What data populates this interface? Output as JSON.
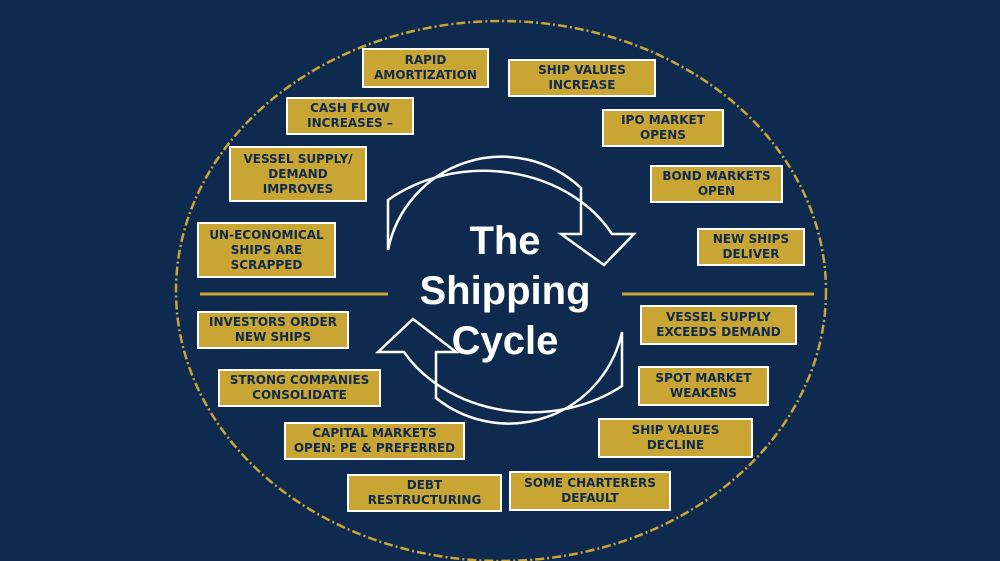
{
  "title": {
    "line1": "The",
    "line2": "Shipping",
    "line3": "Cycle"
  },
  "stages": {
    "rapid_amortization": "RAPID\nAMORTIZATION",
    "ship_values_increase": "SHIP VALUES\nINCREASE",
    "cash_flow_increases": "CASH FLOW\nINCREASES –",
    "ipo_market_opens": "IPO MARKET\nOPENS",
    "vessel_supply_demand_improves": "VESSEL SUPPLY/\nDEMAND\nIMPROVES",
    "bond_markets_open": "BOND MARKETS\nOPEN",
    "uneconomical_ships_scrapped": "UN-ECONOMICAL\nSHIPS ARE\nSCRAPPED",
    "new_ships_deliver": "NEW SHIPS\nDELIVER",
    "investors_order_new_ships": "INVESTORS ORDER\nNEW SHIPS",
    "vessel_supply_exceeds_demand": "VESSEL SUPPLY\nEXCEEDS DEMAND",
    "strong_companies_consolidate": "STRONG COMPANIES\nCONSOLIDATE",
    "spot_market_weakens": "SPOT MARKET\nWEAKENS",
    "capital_markets_open": "CAPITAL MARKETS\nOPEN: PE & PREFERRED",
    "ship_values_decline": "SHIP VALUES\nDECLINE",
    "debt_restructuring": "DEBT\nRESTRUCTURING",
    "some_charterers_default": "SOME CHARTERERS\nDEFAULT"
  },
  "colors": {
    "background": "#0f2a4f",
    "box_fill": "#c9a534",
    "box_border": "#ffffff",
    "box_text": "#0f2a4f",
    "accent_gold": "#c9a534",
    "title_text": "#ffffff"
  }
}
